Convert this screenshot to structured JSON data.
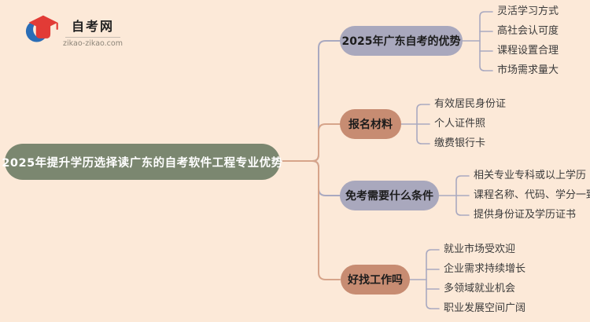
{
  "logo": {
    "site_name": "自考网",
    "domain": "zikao-zikao.com"
  },
  "colors": {
    "background": "#fce9d8",
    "root_node": "#7b8770",
    "root_text": "#ffffff",
    "purple_node": "#a9a8bd",
    "salmon_node": "#c78c72",
    "node_text": "#1c1c1c",
    "leaf_text": "#3b3b3b",
    "edge_gray": "#a9a9c0",
    "edge_salmon": "#d6a48a",
    "logo_blue": "#2a6db6",
    "logo_red": "#e23b36"
  },
  "mindmap": {
    "root": "2025年提升学历选择读广东的自考软件工程专业优势",
    "branches": [
      {
        "label": "2025年广东自考的优势",
        "children": [
          "灵活学习方式",
          "高社会认可度",
          "课程设置合理",
          "市场需求量大"
        ]
      },
      {
        "label": "报名材料",
        "children": [
          "有效居民身份证",
          "个人证件照",
          "缴费银行卡"
        ]
      },
      {
        "label": "免考需要什么条件",
        "children": [
          "相关专业专科或以上学历",
          "课程名称、代码、学分一致",
          "提供身份证及学历证书"
        ]
      },
      {
        "label": "好找工作吗",
        "children": [
          "就业市场受欢迎",
          "企业需求持续增长",
          "多领域就业机会",
          "职业发展空间广阔"
        ]
      }
    ]
  }
}
